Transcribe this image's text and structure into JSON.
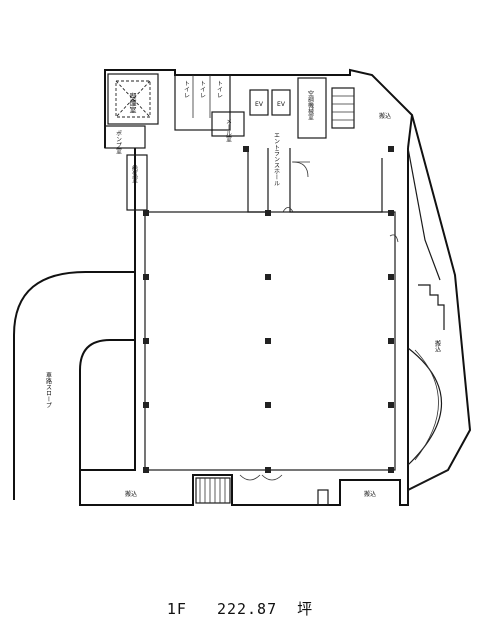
{
  "labels": {
    "smoking_room": "喫煙室",
    "toilet": "トイレ",
    "mail_room": "メール室",
    "ev1": "EV",
    "ev2": "EV",
    "entrance_hall": "エントランスホール",
    "air_room": "空調機械室",
    "parking_slope": "車路スロープ",
    "storage": "ポンプ室",
    "power_room": "給気室",
    "exit_top_right": "搬込",
    "exit_right": "搬込",
    "exit_bottom_left": "搬込",
    "exit_bottom_right": "搬込"
  },
  "caption": {
    "floor": "1F",
    "area": "222.87",
    "unit": "坪"
  }
}
